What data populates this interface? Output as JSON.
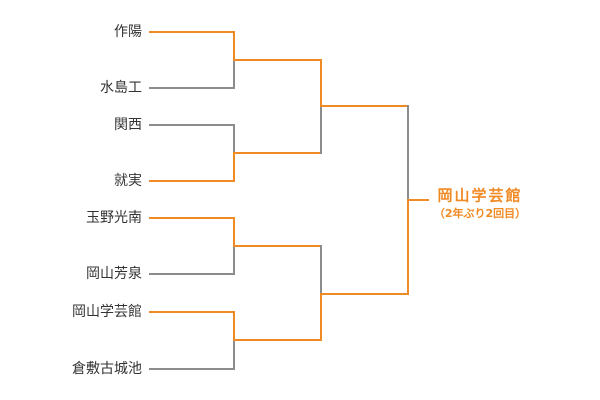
{
  "teams": [
    "作陽",
    "水島工",
    "関西",
    "就実",
    "玉野光南",
    "岡山芳泉",
    "岡山学芸館",
    "倉敷古城池"
  ],
  "champion": {
    "name": "岡山学芸館",
    "note": "（2年ぶり2回目）"
  },
  "colors": {
    "winner": "#f08a24",
    "loser": "#8c8c8c",
    "text": "#333333"
  }
}
